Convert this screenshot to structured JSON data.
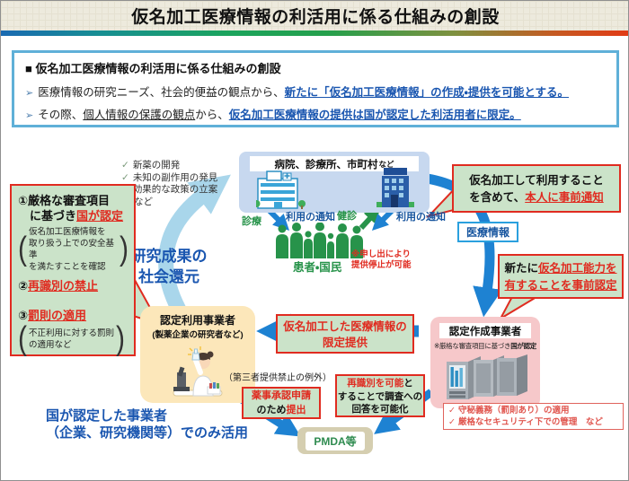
{
  "palette": {
    "red": "#e02b20",
    "blue": "#1a56b0",
    "green": "#27934a",
    "arrow_blue": "#1e82d2",
    "light_arrow": "#a9d6eb"
  },
  "header": {
    "title": "仮名加工医療情報の利活用に係る仕組みの創設"
  },
  "intro": {
    "heading_marker": "■",
    "heading": "仮名加工医療情報の利活用に係る仕組みの創設",
    "bullet_marker": "➢",
    "b1_pre": "医療情報の研究ニーズ、社会的便益の観点から、",
    "b1_em": "新たに「仮名加工医療情報」の作成・提供を可能とする。",
    "b2_pre": "その際、",
    "b2_under": "個人情報の保護の観点",
    "b2_mid": "から、",
    "b2_em": "仮名加工医療情報の提供は国が認定した利活用者に限定。"
  },
  "left_bubble": {
    "i1_no": "①",
    "i1_l1": "厳格な審査項目",
    "i1_l2pre": "に基づき",
    "i1_em": "国が認定",
    "note1": "仮名加工医療情報を\n取り扱う上での安全基準\nを満たすことを確認",
    "i2_no": "②",
    "i2_em": "再識別の禁止",
    "i3_no": "③",
    "i3_em": "罰則の適用",
    "note2": "不正利用に対する罰則\nの適用など",
    "paren_open": "(",
    "paren_close": ")"
  },
  "benefits": {
    "check": "✓",
    "items": [
      "新薬の開発",
      "未知の副作用の発見",
      "効果的な政策の立案"
    ],
    "suffix": "など"
  },
  "research_return": "研究成果の\n社会還元",
  "hospital": {
    "title": "病院、診療所、市町村",
    "title_suffix": "など"
  },
  "flows": {
    "shinryo": "診療",
    "riyo1": "利用の通知",
    "kenshin": "健診",
    "riyo2": "利用の通知"
  },
  "citizens": {
    "label": "患者・国民",
    "stop_note": "※申し出により\n 提供停止が可能"
  },
  "notice_bubble": {
    "l1": "仮名加工して利用すること",
    "l2_pre": "を含めて、",
    "l2_em": "本人に事前通知"
  },
  "medical_info_label": "医療情報",
  "cert_bubble": {
    "l1_pre": "新たに",
    "l1_em": "仮名加工能力を",
    "l2_em": "有することを事前認定"
  },
  "maker": {
    "title": "認定作成事業者",
    "note_pre": "※厳格な審査項目に基づき",
    "note_em": "国が認定",
    "rule_check": "✓",
    "rules": [
      "守秘義務（罰則あり）の適用",
      "厳格なセキュリティ下での管理　など"
    ]
  },
  "limited_provision": "仮名加工した医療情報の\n限定提供",
  "user_box": {
    "title": "認定利用事業者",
    "subtitle": "(製薬企業の研究者など)"
  },
  "exception_note": "（第三者提供禁止の例外）",
  "yakuji": {
    "em1": "薬事承認申請",
    "mid": "のため",
    "em2": "提出"
  },
  "reid": {
    "em": "再識別を可能",
    "rest": "と\nすることで調査への\n回答を可能化"
  },
  "pmda_label": "PMDA等",
  "usage_note": "国が認定した事業者\n（企業、研究機関等）でのみ活用"
}
